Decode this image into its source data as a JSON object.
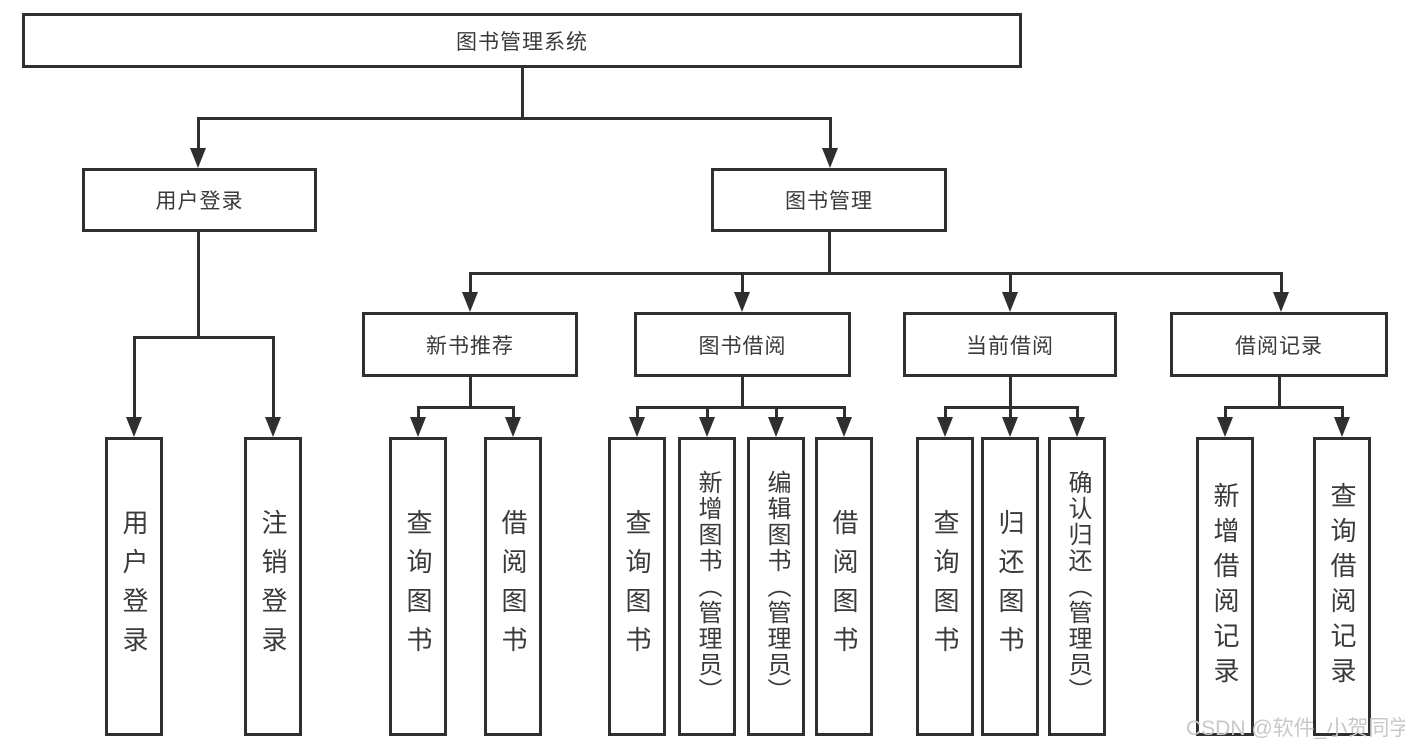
{
  "colors": {
    "line": "#2f2f2f",
    "text": "#3a3a3a",
    "background": "#ffffff",
    "watermark_text": "#c8c8c8"
  },
  "watermark": "CSDN @软件_小贺同学",
  "tree": {
    "root": {
      "label": "图书管理系统"
    },
    "branches": {
      "user_login": {
        "label": "用户登录",
        "children": {
          "login": "用户登录",
          "logout": "注销登录"
        }
      },
      "book_mgmt": {
        "label": "图书管理",
        "sections": {
          "new_book": {
            "label": "新书推荐",
            "children": {
              "query": "查询图书",
              "borrow": "借阅图书"
            }
          },
          "borrowing": {
            "label": "图书借阅",
            "children": {
              "query": "查询图书",
              "add": "新增图书（管理员）",
              "edit": "编辑图书（管理员）",
              "borrow": "借阅图书"
            }
          },
          "current": {
            "label": "当前借阅",
            "children": {
              "query": "查询图书",
              "return": "归还图书",
              "confirm": "确认归还（管理员）"
            }
          },
          "records": {
            "label": "借阅记录",
            "children": {
              "add": "新增借阅记录",
              "query": "查询借阅记录"
            }
          }
        }
      }
    }
  }
}
